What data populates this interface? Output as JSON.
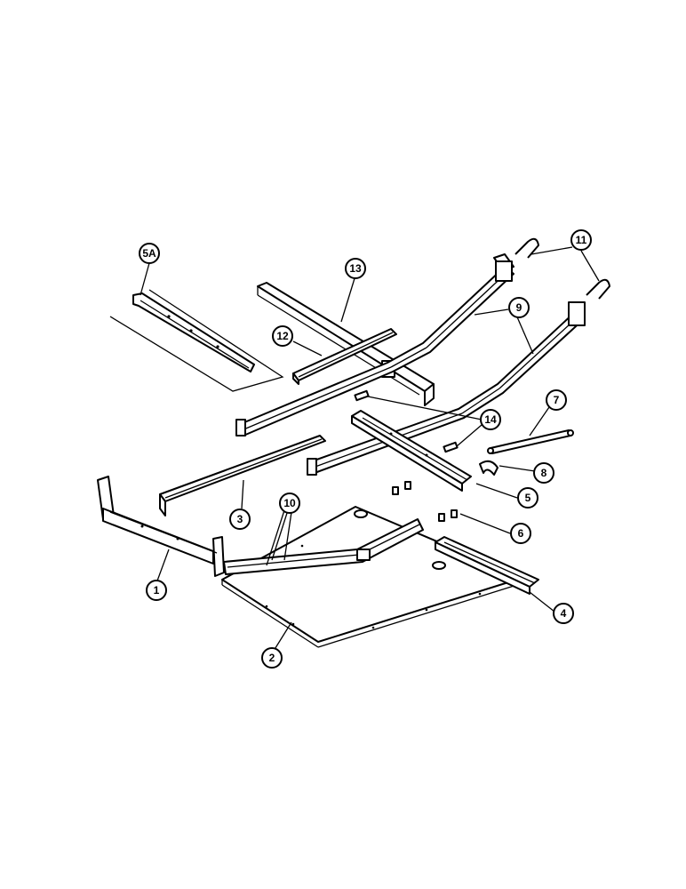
{
  "diagram": {
    "callouts": [
      {
        "id": "c1",
        "label": "1"
      },
      {
        "id": "c2",
        "label": "2"
      },
      {
        "id": "c3",
        "label": "3"
      },
      {
        "id": "c4",
        "label": "4"
      },
      {
        "id": "c5",
        "label": "5"
      },
      {
        "id": "c5a",
        "label": "5A"
      },
      {
        "id": "c6",
        "label": "6"
      },
      {
        "id": "c7",
        "label": "7"
      },
      {
        "id": "c8",
        "label": "8"
      },
      {
        "id": "c9",
        "label": "9"
      },
      {
        "id": "c10",
        "label": "10"
      },
      {
        "id": "c11",
        "label": "11"
      },
      {
        "id": "c12",
        "label": "12"
      },
      {
        "id": "c13",
        "label": "13"
      },
      {
        "id": "c14",
        "label": "14"
      }
    ]
  }
}
